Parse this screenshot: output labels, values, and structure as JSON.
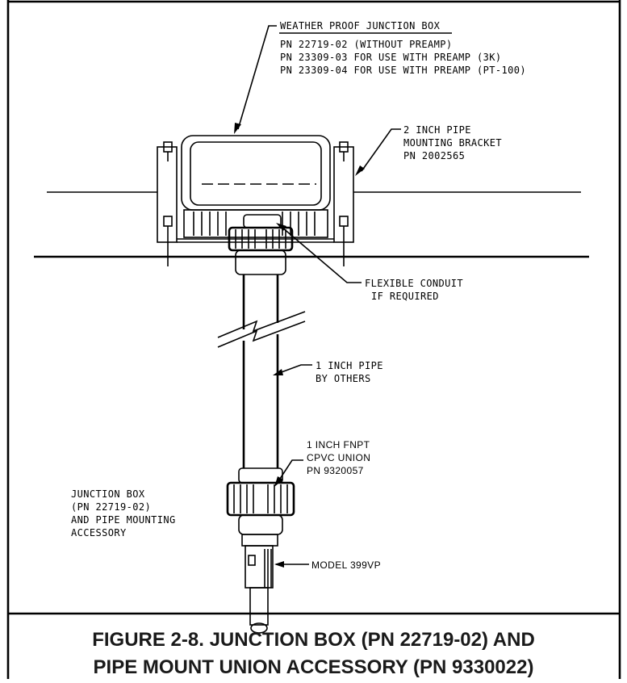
{
  "labels": {
    "junction_box": {
      "title": "WEATHER PROOF JUNCTION BOX",
      "lines": [
        "PN 22719-02 (WITHOUT PREAMP)",
        "PN 23309-03 FOR USE WITH PREAMP (3K)",
        "PN 23309-04 FOR USE WITH PREAMP (PT-100)"
      ]
    },
    "bracket": [
      "2 INCH PIPE",
      "MOUNTING BRACKET",
      "PN 2002565"
    ],
    "conduit": [
      "FLEXIBLE CONDUIT",
      "IF REQUIRED"
    ],
    "pipe": [
      "1 INCH PIPE",
      "BY OTHERS"
    ],
    "union": [
      "1 INCH FNPT",
      "CPVC UNION",
      "PN 9320057"
    ],
    "side_note": [
      "JUNCTION BOX",
      "(PN 22719-02)",
      "AND PIPE MOUNTING",
      "ACCESSORY"
    ],
    "model": "MODEL 399VP"
  },
  "caption": {
    "line1": "FIGURE 2-8. JUNCTION BOX (PN 22719-02) AND",
    "line2": "PIPE MOUNT UNION ACCESSORY (PN 9330022)"
  }
}
